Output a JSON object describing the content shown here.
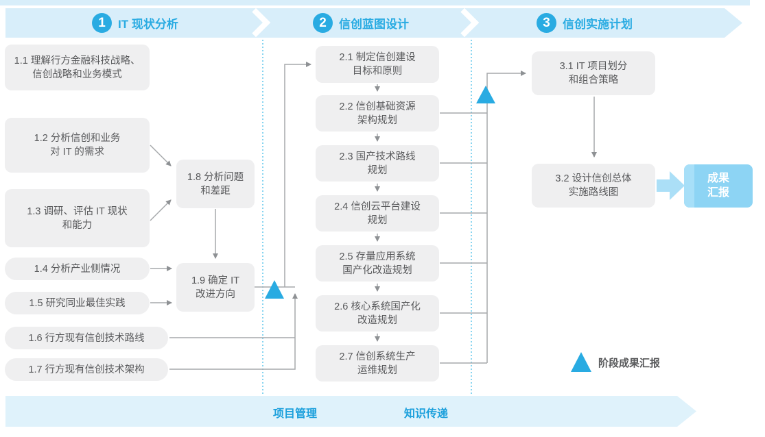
{
  "header": {
    "phases": [
      {
        "number": "1",
        "title": "IT 现状分析"
      },
      {
        "number": "2",
        "title": "信创蓝图设计"
      },
      {
        "number": "3",
        "title": "信创实施计划"
      }
    ]
  },
  "nodes": {
    "b11": {
      "line1": "1.1 理解行方金融科技战略、",
      "line2": "信创战略和业务模式"
    },
    "b12": {
      "line1": "1.2 分析信创和业务",
      "line2": "对 IT 的需求"
    },
    "b13": {
      "line1": "1.3 调研、评估 IT 现状",
      "line2": "和能力"
    },
    "b14": {
      "line1": "1.4 分析产业侧情况"
    },
    "b15": {
      "line1": "1.5 研究同业最佳实践"
    },
    "b16": {
      "line1": "1.6 行方现有信创技术路线"
    },
    "b17": {
      "line1": "1.7 行方现有信创技术架构"
    },
    "b18": {
      "line1": "1.8 分析问题",
      "line2": "和差距"
    },
    "b19": {
      "line1": "1.9 确定 IT",
      "line2": "改进方向"
    },
    "b21": {
      "line1": "2.1 制定信创建设",
      "line2": "目标和原则"
    },
    "b22": {
      "line1": "2.2 信创基础资源",
      "line2": "架构规划"
    },
    "b23": {
      "line1": "2.3 国产技术路线",
      "line2": "规划"
    },
    "b24": {
      "line1": "2.4 信创云平台建设",
      "line2": "规划"
    },
    "b25": {
      "line1": "2.5 存量应用系统",
      "line2": "国产化改造规划"
    },
    "b26": {
      "line1": "2.6 核心系统国产化",
      "line2": "改造规划"
    },
    "b27": {
      "line1": "2.7 信创系统生产",
      "line2": "运维规划"
    },
    "b31": {
      "line1": "3.1 IT 项目划分",
      "line2": "和组合策略"
    },
    "b32": {
      "line1": "3.2 设计信创总体",
      "line2": "实施路线图"
    }
  },
  "result": {
    "line1": "成果",
    "line2": "汇报"
  },
  "legend": {
    "milestone_label": "阶段成果汇报"
  },
  "footer": {
    "left_label": "项目管理",
    "right_label": "知识传递"
  },
  "colors": {
    "accent_blue": "#29ABE2",
    "band_light_blue": "#D8EEFA",
    "bottom_band_blue": "#DFF2FB",
    "box_gray": "#EFEFF0",
    "text_dark": "#58595B",
    "line_gray": "#A6A8AB",
    "result_box_blue": "#8DD4F4",
    "footer_text_blue": "#1CA0DC"
  }
}
